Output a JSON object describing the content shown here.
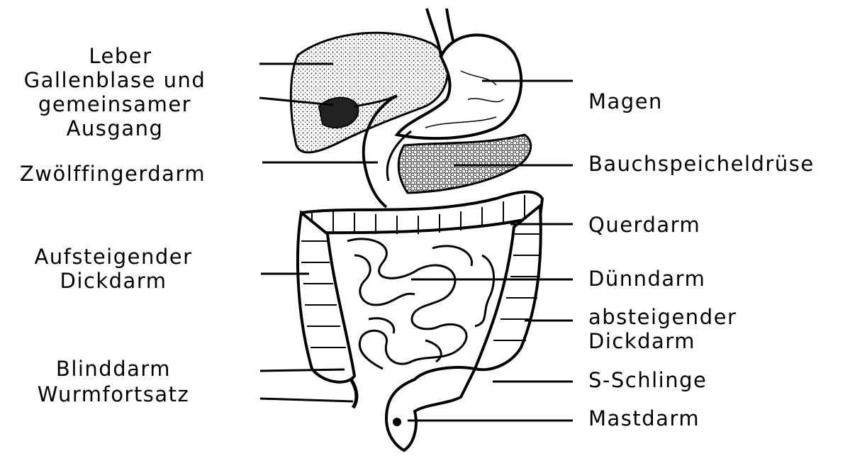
{
  "diagram": {
    "labels_left": [
      {
        "id": "leber",
        "lines": [
          "Leber"
        ]
      },
      {
        "id": "gallenblase",
        "lines": [
          "Gallenblase und",
          "gemeinsamer",
          "Ausgang"
        ]
      },
      {
        "id": "zwoelffingerdarm",
        "lines": [
          "Zwölffingerdarm"
        ]
      },
      {
        "id": "aufsteigender-dickdarm",
        "lines": [
          "Aufsteigender",
          "Dickdarm"
        ]
      },
      {
        "id": "blinddarm",
        "lines": [
          "Blinddarm"
        ]
      },
      {
        "id": "wurmfortsatz",
        "lines": [
          "Wurmfortsatz"
        ]
      }
    ],
    "labels_right": [
      {
        "id": "magen",
        "lines": [
          "Magen"
        ]
      },
      {
        "id": "bauchspeicheldruese",
        "lines": [
          "Bauchspeicheldrüse"
        ]
      },
      {
        "id": "querdarm",
        "lines": [
          "Querdarm"
        ]
      },
      {
        "id": "duenndarm",
        "lines": [
          "Dünndarm"
        ]
      },
      {
        "id": "absteigender-dickdarm",
        "lines": [
          "absteigender",
          "Dickdarm"
        ]
      },
      {
        "id": "s-schlinge",
        "lines": [
          "S-Schlinge"
        ]
      },
      {
        "id": "mastdarm",
        "lines": [
          "Mastdarm"
        ]
      }
    ]
  }
}
